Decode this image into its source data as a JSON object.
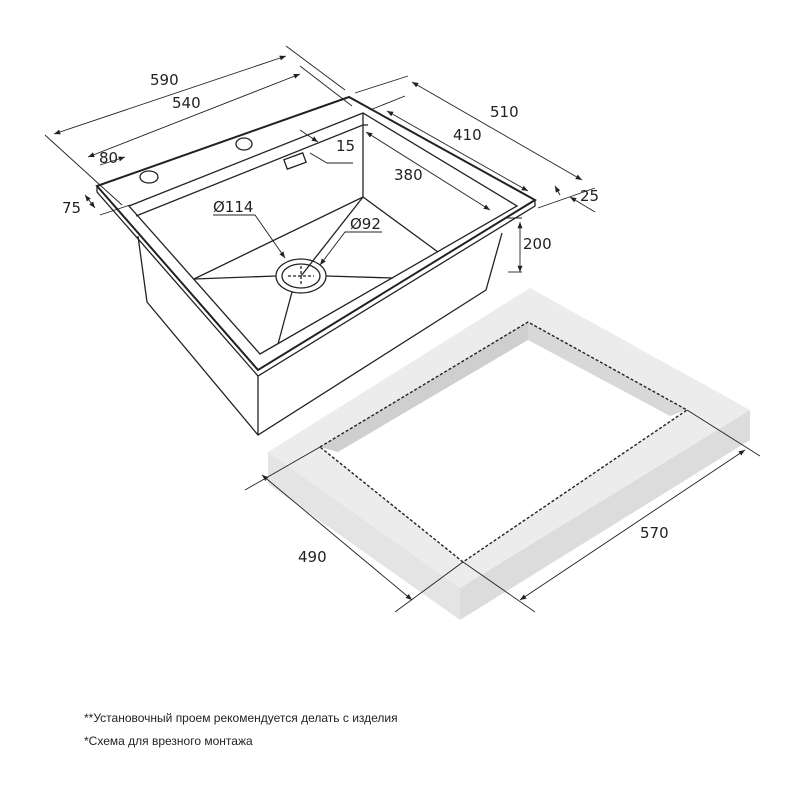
{
  "dimensions": {
    "overall_width": "590",
    "bowl_top_width": "540",
    "overall_depth": "510",
    "bowl_top_depth": "410",
    "bowl_bottom_depth": "380",
    "tap_hole_offset": "80",
    "front_rim": "75",
    "back_ledge": "15",
    "side_rim": "25",
    "drain_outer": "Ø114",
    "drain_inner": "Ø92",
    "bowl_height": "200",
    "cutout_depth": "490",
    "cutout_width": "570"
  },
  "notes": {
    "cutout_note": "**Установочный проем рекомендуется делать с изделия",
    "scheme_note": "*Схема для врезного монтажа"
  }
}
